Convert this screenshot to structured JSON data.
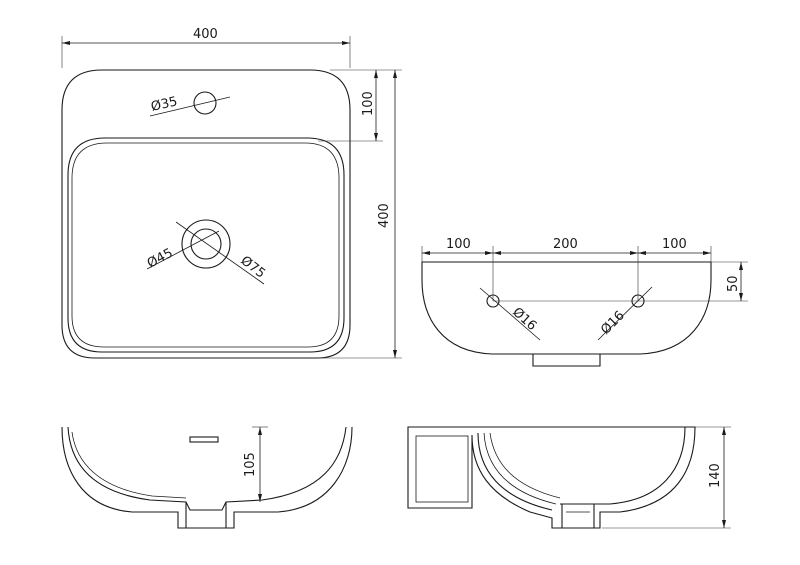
{
  "top_view": {
    "width_label": "400",
    "height_label": "400",
    "ledge_label": "100",
    "tap_hole_label": "Ø35",
    "drain_inner_label": "Ø45",
    "drain_outer_label": "Ø75"
  },
  "front_view": {
    "left_offset_label": "100",
    "center_span_label": "200",
    "right_offset_label": "100",
    "mount_height_label": "50",
    "left_hole_label": "Ø16",
    "right_hole_label": "Ø16"
  },
  "section_view": {
    "depth_label": "105"
  },
  "side_view": {
    "height_label": "140"
  }
}
